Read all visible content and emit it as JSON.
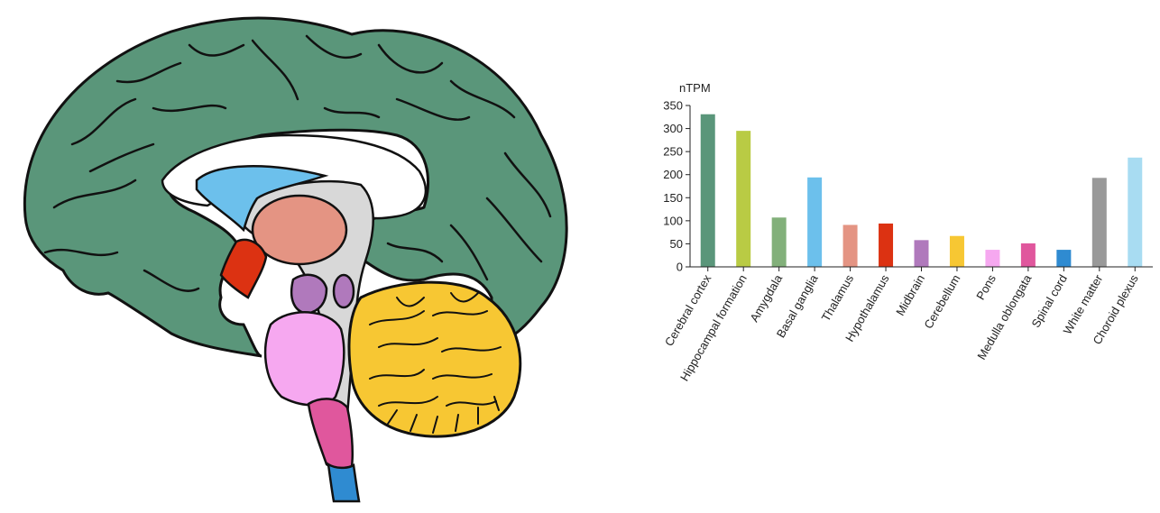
{
  "brain_regions": [
    {
      "name": "cerebral-cortex",
      "color": "#5a967a"
    },
    {
      "name": "hippocampal-formation",
      "color": "#b9cb44"
    },
    {
      "name": "basal-ganglia",
      "color": "#6cc0ec"
    },
    {
      "name": "thalamus",
      "color": "#e49483"
    },
    {
      "name": "hypothalamus",
      "color": "#dc3212"
    },
    {
      "name": "midbrain",
      "color": "#b079bc"
    },
    {
      "name": "cerebellum",
      "color": "#f7c733"
    },
    {
      "name": "pons",
      "color": "#f6a8f0"
    },
    {
      "name": "medulla-oblongata",
      "color": "#e0579d"
    },
    {
      "name": "spinal-cord",
      "color": "#2f8bd1"
    },
    {
      "name": "white-matter",
      "color": "#d8d8d8"
    }
  ],
  "chart_data": {
    "type": "bar",
    "ylabel": "nTPM",
    "ylim": [
      0,
      350
    ],
    "yticks": [
      0,
      50,
      100,
      150,
      200,
      250,
      300,
      350
    ],
    "categories": [
      "Cerebral cortex",
      "Hippocampal formation",
      "Amygdala",
      "Basal ganglia",
      "Thalamus",
      "Hypothalamus",
      "Midbrain",
      "Cerebellum",
      "Pons",
      "Medulla oblongata",
      "Spinal cord",
      "White matter",
      "Choroid plexus"
    ],
    "values": [
      331,
      295,
      107,
      194,
      91,
      94,
      58,
      67,
      37,
      51,
      37,
      193,
      237
    ],
    "colors": [
      "#5a967a",
      "#b9cb44",
      "#82b07a",
      "#6cc0ec",
      "#e49483",
      "#dc3212",
      "#b079bc",
      "#f7c733",
      "#f6a8f0",
      "#e0579d",
      "#2f8bd1",
      "#999999",
      "#a8dcf2"
    ],
    "grid": false
  }
}
